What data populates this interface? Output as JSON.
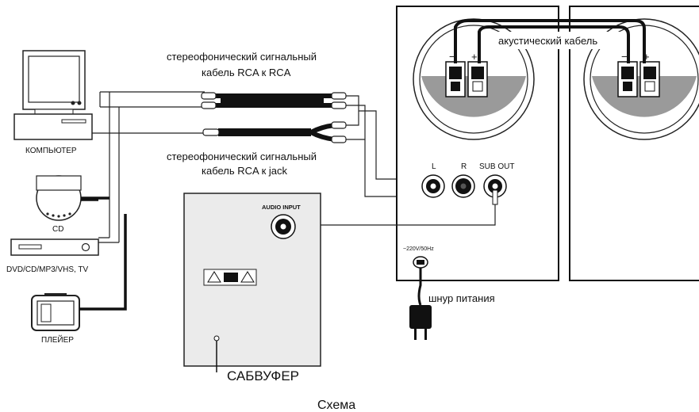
{
  "caption": "Схема",
  "sources": {
    "computer": "КОМПЬЮТЕР",
    "cd": "CD",
    "dvd": "DVD/CD/MP3/VHS, TV",
    "player": "ПЛЕЙЕР"
  },
  "cables": {
    "rca_rca_line1": "стереофонический сигнальный",
    "rca_rca_line2": "кабель RCA к RCA",
    "rca_jack_line1": "стереофонический сигнальный",
    "rca_jack_line2": "кабель RCA к jack",
    "speaker_cable": "акустический кабель",
    "power_cord": "шнур питания"
  },
  "satellite": {
    "jack_l": "L",
    "jack_r": "R",
    "jack_sub_out": "SUB OUT",
    "power_rating": "~220V/50Hz",
    "terminal_plus": "+",
    "terminal_minus": "−"
  },
  "subwoofer": {
    "name": "САБВУФЕР",
    "audio_input": "AUDIO INPUT"
  }
}
